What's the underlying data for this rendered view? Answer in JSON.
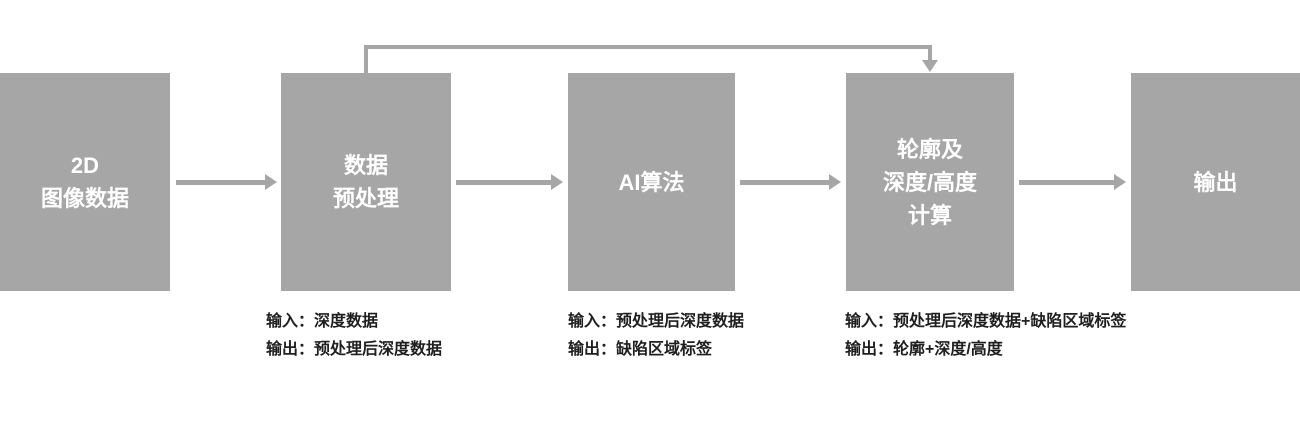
{
  "colors": {
    "box_fill": "#a6a6a6",
    "box_text": "#ffffff",
    "arrow": "#a6a6a6",
    "note_text": "#1f1f1f",
    "background": "#ffffff"
  },
  "nodes": [
    {
      "id": "image-data-2d",
      "label": "2D\n图像数据"
    },
    {
      "id": "data-preprocess",
      "label": "数据\n预处理"
    },
    {
      "id": "ai-algorithm",
      "label": "AI算法"
    },
    {
      "id": "contour-depth-height-calc",
      "label": "轮廓及\n深度/高度\n计算"
    },
    {
      "id": "output",
      "label": "输出"
    }
  ],
  "notes": [
    {
      "node": "data-preprocess",
      "input": "输入：深度数据",
      "output": "输出：预处理后深度数据"
    },
    {
      "node": "ai-algorithm",
      "input": "输入：预处理后深度数据",
      "output": "输出：缺陷区域标签"
    },
    {
      "node": "contour-depth-height-calc",
      "input": "输入：预处理后深度数据+缺陷区域标签",
      "output": "输出：轮廓+深度/高度"
    }
  ]
}
